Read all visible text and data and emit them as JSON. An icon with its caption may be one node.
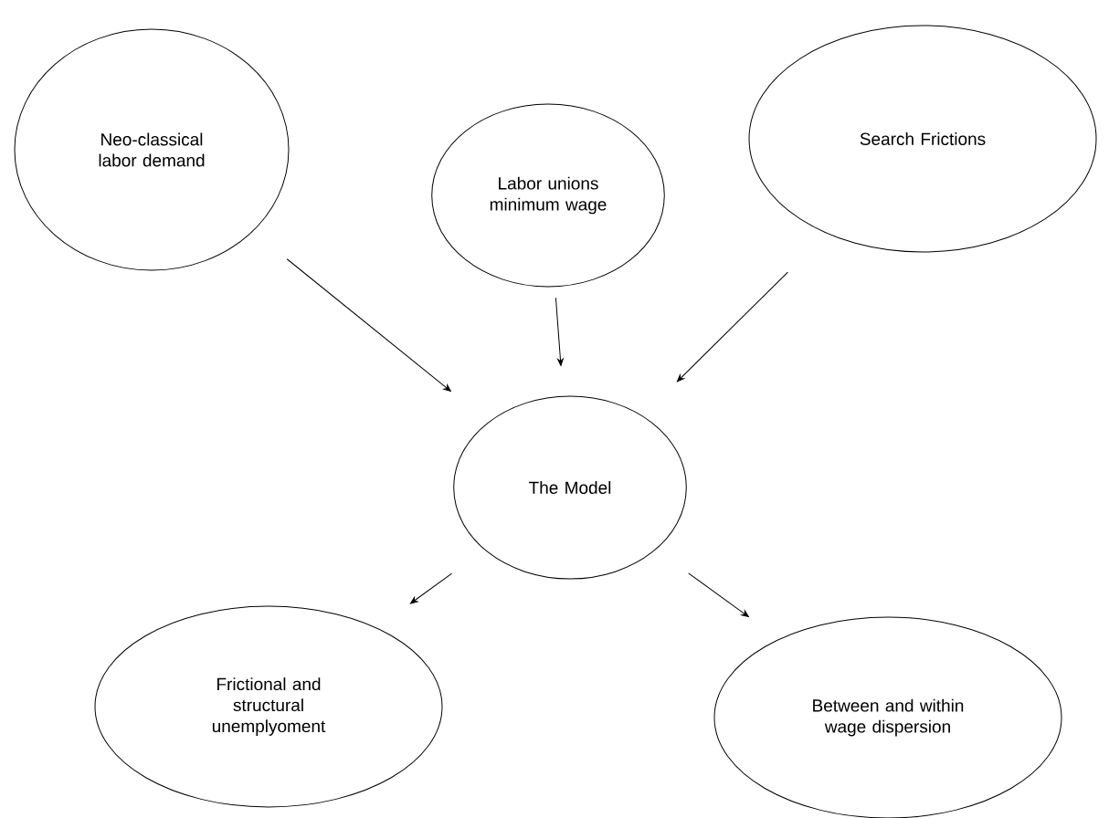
{
  "diagram": {
    "nodes": [
      {
        "text": [
          "Neo-classical labor demand"
        ]
      },
      {
        "text": [
          "Labor unions minimum wage"
        ]
      },
      {
        "text": [
          "Search Frictions"
        ]
      },
      {
        "text": [
          "The Model"
        ]
      },
      {
        "text": [
          "Frictional and structural unemplyoment"
        ]
      },
      {
        "text": [
          "Between and within wage dispersion"
        ]
      }
    ],
    "edges": [
      {
        "from": 0,
        "to": 3,
        "arrow": "to"
      },
      {
        "from": 1,
        "to": 3,
        "arrow": "to"
      },
      {
        "from": 2,
        "to": 3,
        "arrow": "to"
      },
      {
        "from": 3,
        "to": 4,
        "arrow": "to"
      },
      {
        "from": 3,
        "to": 5,
        "arrow": "to"
      }
    ]
  }
}
